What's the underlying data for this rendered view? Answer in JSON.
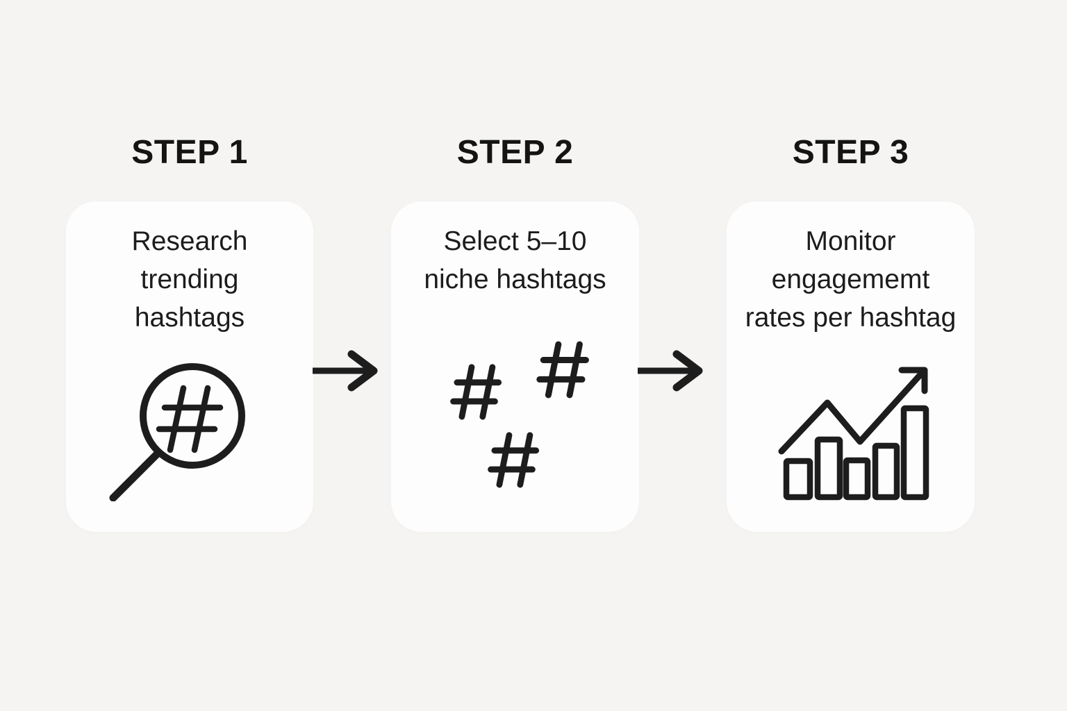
{
  "steps": [
    {
      "label": "STEP 1",
      "text": "Research\ntrending\nhashtags",
      "icon": "hashtag-search-icon"
    },
    {
      "label": "STEP 2",
      "text": "Select 5–10\nniche hashtags",
      "icon": "hashtags-icon"
    },
    {
      "label": "STEP 3",
      "text": "Monitor\nengagememt\nrates per hashtag",
      "icon": "growth-chart-icon"
    }
  ],
  "connectors": [
    {
      "icon": "arrow-right-icon"
    },
    {
      "icon": "arrow-right-icon"
    }
  ],
  "colors": {
    "background": "#f5f4f2",
    "card": "#fdfdfd",
    "ink": "#1c1c1c"
  }
}
